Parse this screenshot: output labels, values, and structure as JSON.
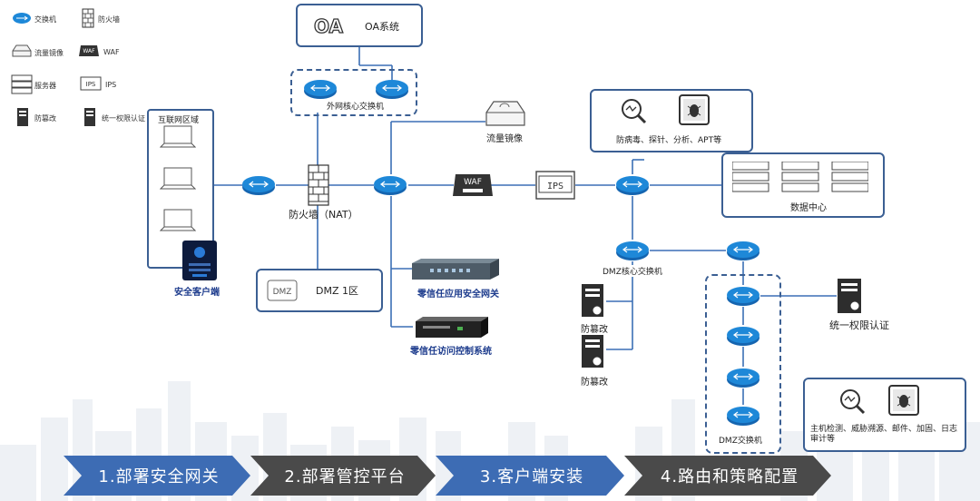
{
  "legend": {
    "switch": "交换机",
    "firewall": "防火墙",
    "mirror": "流量镜像",
    "waf": "WAF",
    "server": "服务器",
    "ips": "IPS",
    "anti_tamper": "防篡改",
    "auth": "统一权限认证"
  },
  "icon_text": {
    "waf": "WAF",
    "ips": "IPS",
    "dmz": "DMZ",
    "oa": "OA"
  },
  "labels": {
    "oa_system": "OA系统",
    "outer_core_switch": "外网核心交换机",
    "internet_zone": "互联网区域",
    "security_client": "安全客户端",
    "firewall_nat": "防火墙（NAT）",
    "traffic_mirror": "流量镜像",
    "analysis": "防病毒、探针、分析、APT等",
    "data_center": "数据中心",
    "dmz_zone": "DMZ  1区",
    "zt_gateway": "零信任应用安全网关",
    "zt_access": "零信任访问控制系统",
    "dmz_core_switch": "DMZ核心交换机",
    "anti_tamper_1": "防篡改",
    "anti_tamper_2": "防篡改",
    "unified_auth": "统一权限认证",
    "dmz_switch": "DMZ交换机",
    "host_detect": "主机检测、威胁溯源、邮件、加固、日志审计等"
  },
  "steps": [
    {
      "label": "1.部署安全网关"
    },
    {
      "label": "2.部署管控平台"
    },
    {
      "label": "3.客户端安装"
    },
    {
      "label": "4.路由和策略配置"
    }
  ],
  "colors": {
    "line": "#3b6fb6",
    "box_border": "#3b5f93",
    "router": "#1e88d8",
    "step_blue": "#3d6cb4",
    "step_dark": "#4a4a4a",
    "accent_text": "#1b3a8c"
  }
}
